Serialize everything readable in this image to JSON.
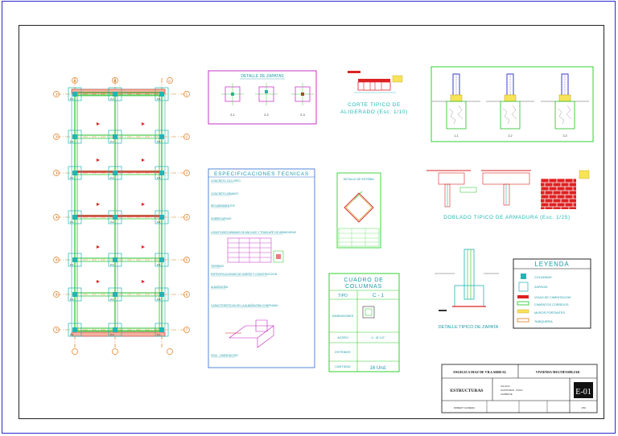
{
  "plan": {
    "axes_top": [
      "A",
      "B",
      "C"
    ],
    "axes_side": [
      "1",
      "2",
      "3",
      "4",
      "5",
      "6",
      "7"
    ],
    "col_left": [
      "Z-1",
      "Z-1",
      "Z-1",
      "Z-1",
      "Z-1",
      "Z-1",
      "Z-1"
    ],
    "col_mid": [
      "Z-2",
      "Z-2",
      "Z-2",
      "Z-2",
      "Z-2",
      "Z-2",
      "Z-2"
    ],
    "col_right": [
      "Z-1",
      "Z-1",
      "Z-1",
      "Z-1",
      "Z-1",
      "Z-1",
      "Z-1"
    ]
  },
  "detalle_zapatas": {
    "title": "DETALLE DE ZAPATAS",
    "labels": [
      "Z-1",
      "Z-2",
      "Z-3"
    ]
  },
  "corte_aligerado": {
    "line1": "CORTE TIPICO DE",
    "line2": "ALIGERADO (Esc. 1/10)"
  },
  "sections_top_right": [
    "1-1",
    "2-2",
    "3-3"
  ],
  "especificaciones": {
    "title": "ESPECIFICACIONES TECNICAS",
    "items": [
      "CONCRETO CICLOPEO",
      "CONCRETO ARMADO",
      "RECUBRIMIENTOS",
      "SOBRECARGAS",
      "LONGITUDES MINIMAS DE ANCLAJE Y TRASLAPE DE ARMADURAS",
      "TERRENO",
      "ESPECIFICACIONES DE DISEÑO Y CONSTRUCCION",
      "ALBAÑILERIA",
      "CARACTERISTICAS DE LA ALBAÑILERIA CONFINADA",
      "VIGA - CIMENTACION"
    ]
  },
  "doblado": {
    "title": "DOBLADO TIPICO DE ARMADURA (Esc. 1/25)"
  },
  "estribo_title": "DETALLE DE ESTRIBO",
  "cuadro_columnas": {
    "title_line1": "CUADRO DE",
    "title_line2": "COLUMNAS",
    "col_tipo": "TIPO",
    "col_c1": "C - 1",
    "rows": [
      "DIMENSIONES",
      "ACERO",
      "ESTRIBOS",
      "CANTIDAD"
    ],
    "acero": "4 - Ø 1/2\"",
    "cantidad": "16 Und."
  },
  "detalle_zapata": "DETALLE TIPICO DE ZAPATA",
  "leyenda": {
    "title": "LEYENDA",
    "items": [
      "COLUMNAS",
      "ZAPATAS",
      "VIGAS DE CIMENTACION",
      "CIMIENTOS CORRIDOS",
      "MUROS PORTANTES",
      "TABIQUERIA"
    ]
  },
  "title_block": {
    "owner": "ANGELICA DIAZ DE VILLARREAL",
    "project": "VIVIENDA MULTIFAMILIAR",
    "subject": "ESTRUCTURAS",
    "location_1": "JULIACA",
    "location_2": "SAN ROMAN - PUNO",
    "location_3": "CHIMBOTE",
    "sheet": "E-01",
    "designer": "ROBERT GOMERA",
    "scale": "1/50"
  },
  "colors": {
    "frame": "#2a2ad0",
    "beam_green": "#22c022",
    "column_cyan": "#1fb5b5",
    "axis_orange": "#e07a1a",
    "box_green": "#30d030",
    "box_magenta": "#c020c0",
    "text_teal": "#1c9aa8",
    "brick_red": "#dd2222"
  }
}
